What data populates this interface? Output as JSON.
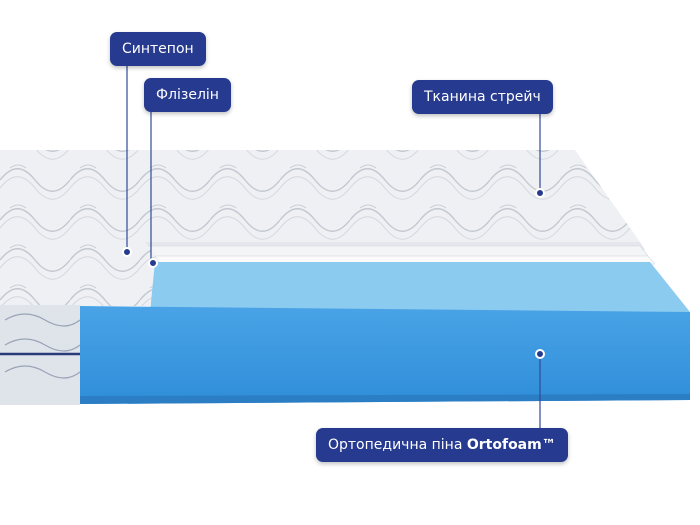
{
  "callouts": {
    "sintepon": "Синтепон",
    "flizelin": "Флізелін",
    "tkanyna": "Тканина стрейч",
    "foam_prefix": "Ортопедична піна ",
    "foam_brand": "Ortofoam™"
  },
  "colors": {
    "callout_bg": "#263a8f",
    "foam": "#3d9be0",
    "foam_top": "#8cc8ee",
    "leader": "#2f4a9a"
  }
}
